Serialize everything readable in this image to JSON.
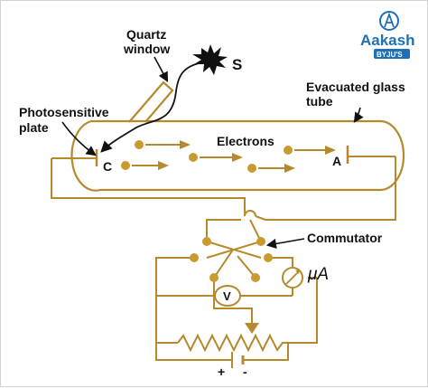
{
  "labels": {
    "quartz_window": [
      "Quartz",
      "window"
    ],
    "source": "S",
    "photosensitive_plate": [
      "Photosensitive",
      "plate"
    ],
    "evacuated_tube": [
      "Evacuated glass",
      "tube"
    ],
    "electrons": "Electrons",
    "cathode": "C",
    "anode": "A",
    "commutator": "Commutator",
    "microammeter": "μA",
    "voltmeter": "V",
    "battery_plus": "+",
    "battery_minus": "-"
  },
  "logo": {
    "brand": "Aakash",
    "sub": "BYJU'S"
  },
  "colors": {
    "wire": "#b5892c",
    "dot": "#c99a2e",
    "ink": "#111111",
    "brand": "#1f6fb5"
  },
  "icons": [
    "light-source-burst-icon",
    "aakash-logo-icon",
    "electron-dot-icon",
    "arrow-icon",
    "microammeter-icon",
    "voltmeter-icon",
    "rheostat-icon",
    "battery-icon"
  ]
}
